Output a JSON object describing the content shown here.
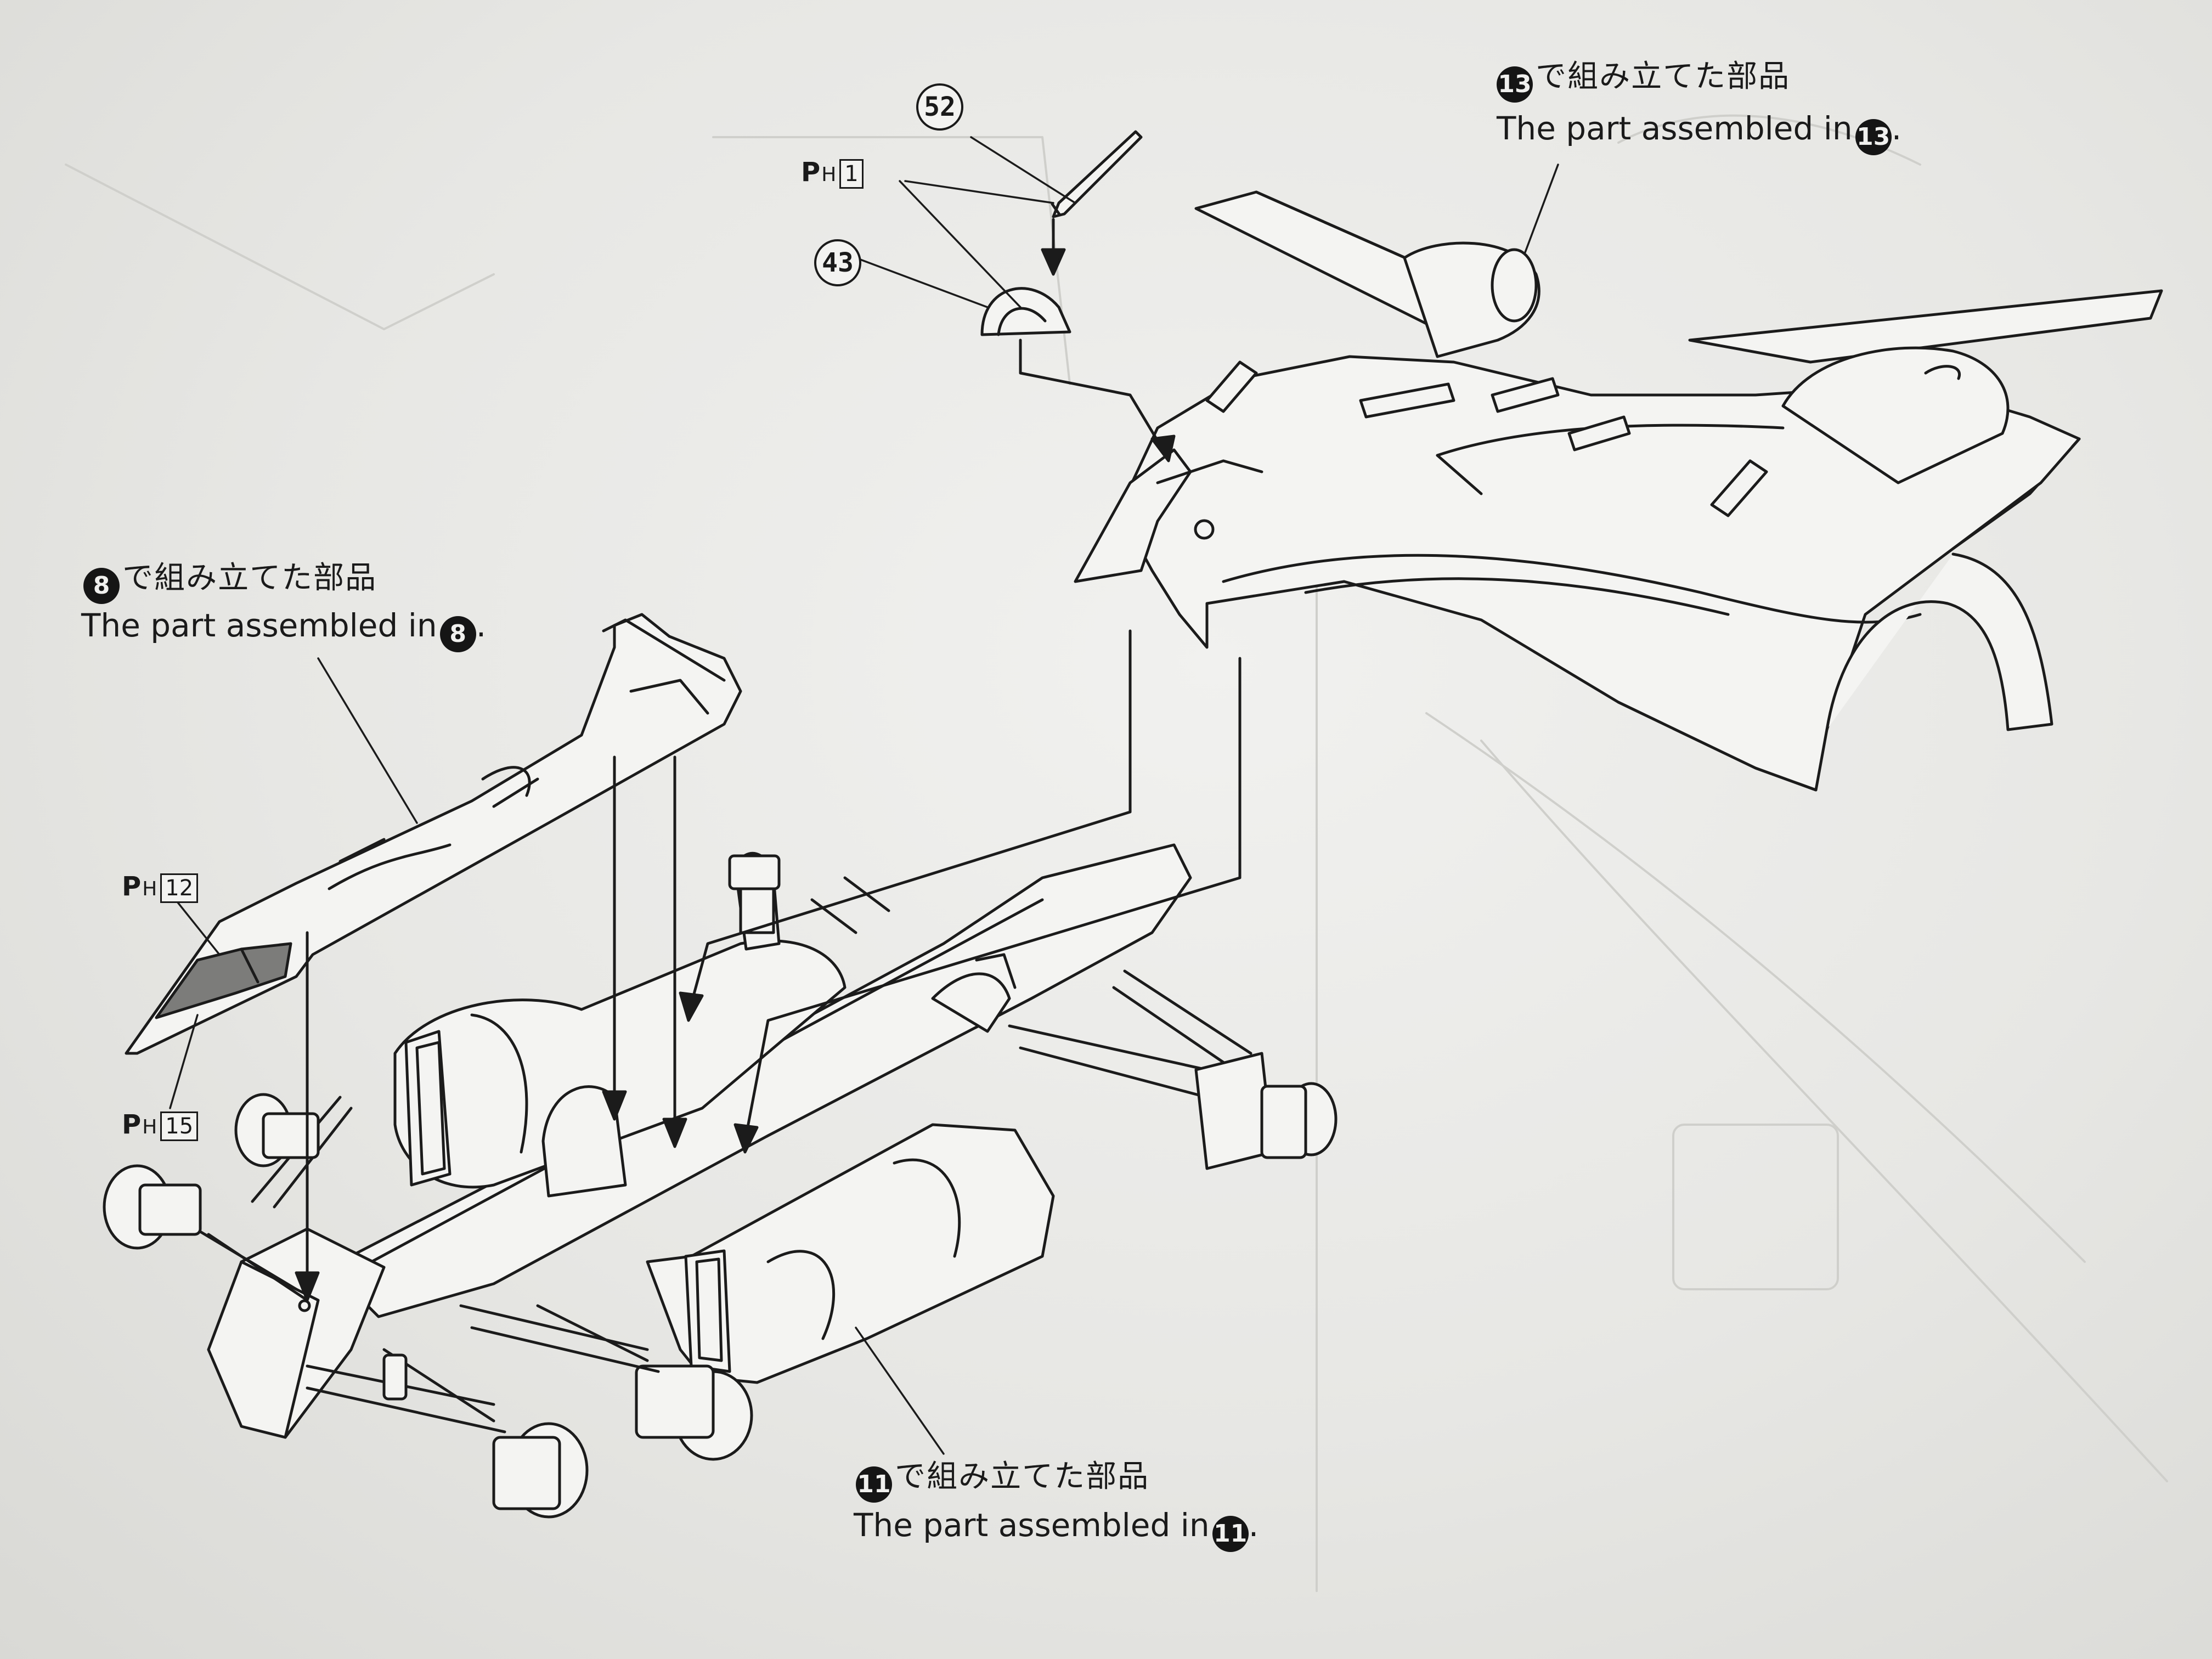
{
  "labels": {
    "step13": {
      "number": "13",
      "jp": "で組み立てた部品",
      "en": "The part assembled in",
      "end": "."
    },
    "step8": {
      "number": "8",
      "jp": "で組み立てた部品",
      "en": "The part assembled in",
      "end": "."
    },
    "step11": {
      "number": "11",
      "jp": "で組み立てた部品",
      "en": "The part assembled in",
      "end": "."
    }
  },
  "callouts": {
    "part52": "52",
    "part43": "43"
  },
  "decals": {
    "ph1": {
      "letter": "P",
      "sub": "H",
      "number": "1"
    },
    "ph12": {
      "letter": "P",
      "sub": "H",
      "number": "12"
    },
    "ph15": {
      "letter": "P",
      "sub": "H",
      "number": "15"
    }
  }
}
